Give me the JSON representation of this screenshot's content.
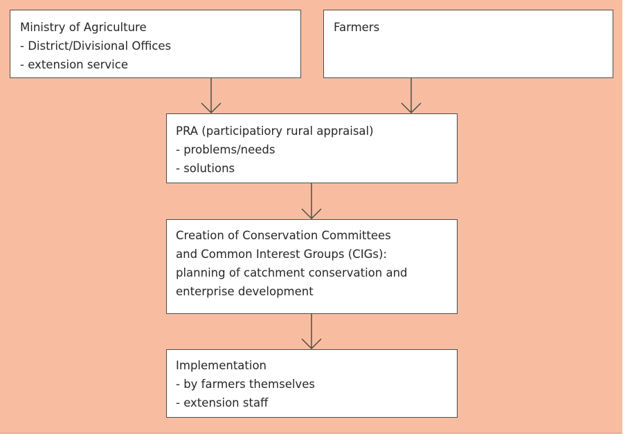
{
  "boxes": {
    "ministry": {
      "lines": [
        "Ministry of Agriculture",
        "- District/Divisional Offices",
        "- extension service"
      ]
    },
    "farmers": {
      "lines": [
        "Farmers"
      ]
    },
    "pra": {
      "lines": [
        "PRA (participatiory rural appraisal)",
        "- problems/needs",
        "- solutions"
      ]
    },
    "creation": {
      "lines": [
        "Creation of Conservation Committees",
        "and Common Interest Groups (CIGs):",
        "planning of catchment conservation and",
        "enterprise development"
      ]
    },
    "implementation": {
      "lines": [
        "Implementation",
        "- by farmers themselves",
        "- extension staff"
      ]
    }
  },
  "colors": {
    "background": "#f8bda0",
    "box_fill": "#ffffff",
    "border": "#4a4a4a",
    "arrow": "#4a4a4a",
    "text": "#262626"
  }
}
